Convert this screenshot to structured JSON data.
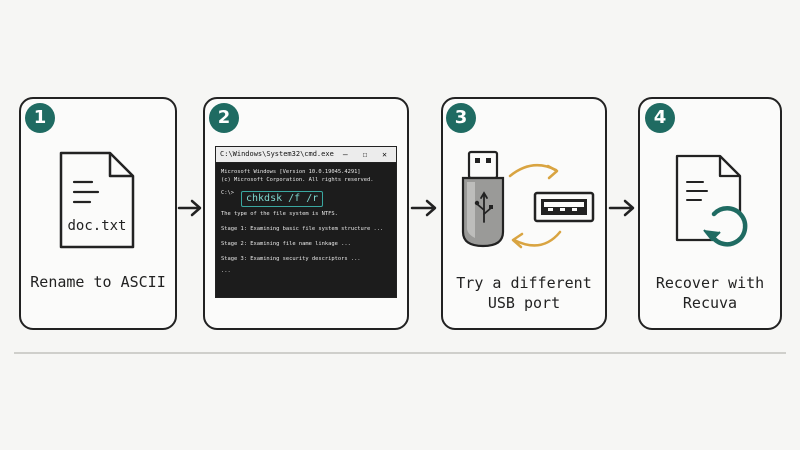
{
  "steps": [
    {
      "number": "1",
      "file_label": "doc.txt",
      "caption": [
        "Rename to ASCII"
      ]
    },
    {
      "number": "2",
      "terminal": {
        "title": "C:\\Windows\\System32\\cmd.exe",
        "controls": "–  ☐  ✕",
        "header_lines": [
          "Microsoft Windows [Version 10.0.19045.4291]",
          "(c) Microsoft Corporation. All rights reserved."
        ],
        "prompt": "C:\\>",
        "command": "chkdsk /f /r",
        "output_lines": [
          "The type of the file system is NTFS.",
          "Stage 1: Examining basic file system structure ...",
          "Stage 2: Examining file name linkage ...",
          "Stage 3: Examining security descriptors ...",
          "..."
        ]
      }
    },
    {
      "number": "3",
      "caption": [
        "Try a different",
        "USB port"
      ]
    },
    {
      "number": "4",
      "caption": [
        "Recover with",
        "Recuva"
      ]
    }
  ],
  "colors": {
    "accent": "#1f6b62",
    "swap_arrows": "#d9a441",
    "outline": "#222222"
  },
  "icons": [
    "document-icon",
    "usb-drive-icon",
    "usb-port-icon",
    "swap-arrows-icon",
    "recover-icon",
    "arrow-right-icon"
  ]
}
